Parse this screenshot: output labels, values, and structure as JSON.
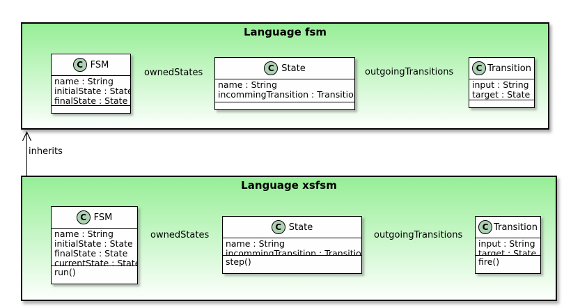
{
  "packages": {
    "fsm": {
      "title": "Language fsm",
      "classes": {
        "fsm": {
          "icon": "C",
          "name": "FSM",
          "attributes": [
            "name : String",
            "initialState : State",
            "finalState : State"
          ],
          "methods": []
        },
        "state": {
          "icon": "C",
          "name": "State",
          "attributes": [
            "name : String",
            "incommingTransition : Transition"
          ],
          "methods": []
        },
        "transition": {
          "icon": "C",
          "name": "Transition",
          "attributes": [
            "input : String",
            "target : State"
          ],
          "methods": []
        }
      },
      "relations": {
        "owned_states": {
          "label": "ownedStates",
          "type": "composition"
        },
        "outgoing_transitions": {
          "label": "outgoingTransitions",
          "type": "composition"
        }
      }
    },
    "xsfsm": {
      "title": "Language xsfsm",
      "classes": {
        "fsm": {
          "icon": "C",
          "name": "FSM",
          "attributes": [
            "name : String",
            "initialState : State",
            "finalState : State",
            "currentState : State"
          ],
          "methods": [
            "run()"
          ]
        },
        "state": {
          "icon": "C",
          "name": "State",
          "attributes": [
            "name : String",
            "incommingTransition : Transition"
          ],
          "methods": [
            "step()"
          ]
        },
        "transition": {
          "icon": "C",
          "name": "Transition",
          "attributes": [
            "input : String",
            "target : State"
          ],
          "methods": [
            "fire()"
          ]
        }
      },
      "relations": {
        "owned_states": {
          "label": "ownedStates",
          "type": "composition"
        },
        "outgoing_transitions": {
          "label": "outgoingTransitions",
          "type": "composition"
        }
      }
    }
  },
  "inherits": {
    "label": "inherits",
    "type": "generalization-arrow"
  },
  "colors": {
    "package_gradient_top": "#96ee96",
    "package_gradient_bottom": "#fdfffd",
    "class_background": "#fefefe",
    "stereotype_circle_fill": "#ADD1B2",
    "border": "#000000"
  }
}
